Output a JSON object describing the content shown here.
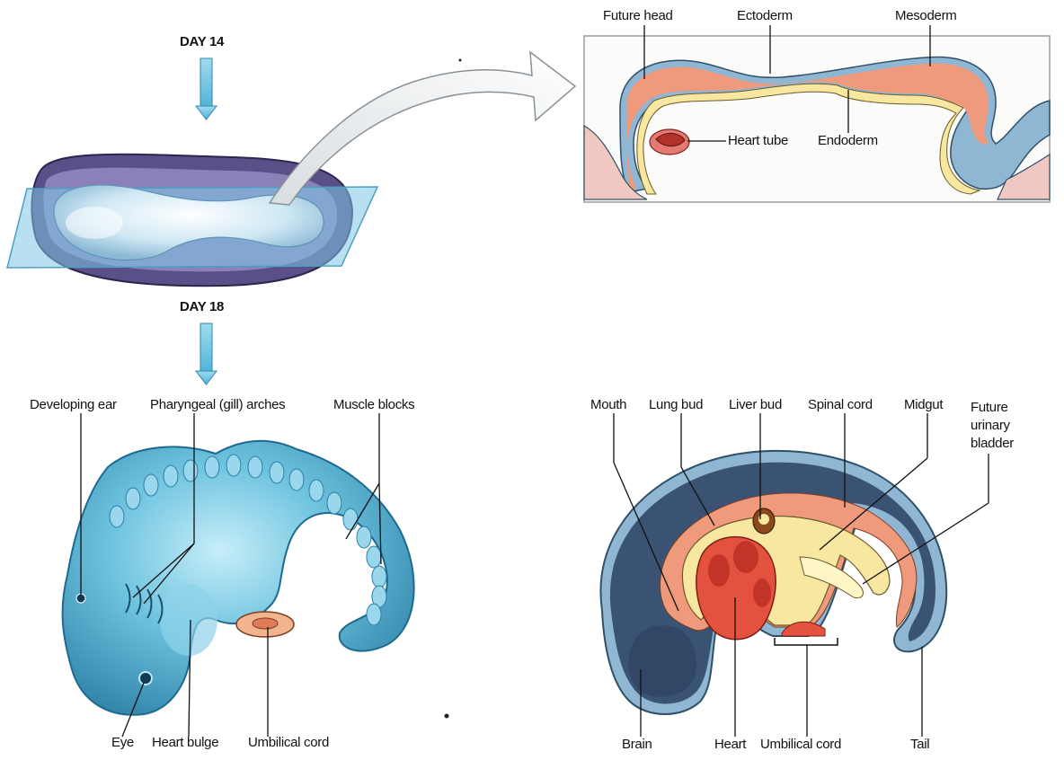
{
  "stages": {
    "day14": "DAY 14",
    "day18": "DAY 18"
  },
  "cross_section": {
    "future_head": "Future head",
    "ectoderm": "Ectoderm",
    "mesoderm": "Mesoderm",
    "heart_tube": "Heart tube",
    "endoderm": "Endoderm"
  },
  "external_view": {
    "developing_ear": "Developing ear",
    "pharyngeal_arches": "Pharyngeal (gill) arches",
    "muscle_blocks": "Muscle blocks",
    "eye": "Eye",
    "heart_bulge": "Heart bulge",
    "umbilical_cord": "Umbilical cord"
  },
  "internal_view": {
    "mouth": "Mouth",
    "lung_bud": "Lung bud",
    "liver_bud": "Liver bud",
    "spinal_cord": "Spinal cord",
    "midgut": "Midgut",
    "future_urinary_bladder_1": "Future",
    "future_urinary_bladder_2": "urinary",
    "future_urinary_bladder_3": "bladder",
    "brain": "Brain",
    "heart": "Heart",
    "umbilical_cord": "Umbilical cord",
    "tail": "Tail"
  },
  "colors": {
    "ectoderm": "#8fb6d3",
    "mesoderm": "#ef9a7c",
    "endoderm": "#f7e7a0",
    "neural": "#3b5373",
    "heart": "#e4513f",
    "embryo_blue": "#5ab0cf",
    "arrow_blue": "#6cc4e4"
  }
}
